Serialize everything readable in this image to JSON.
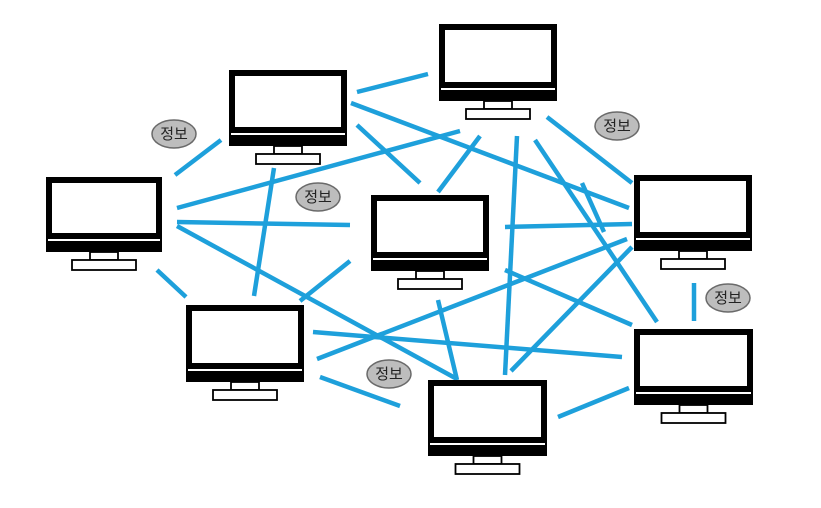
{
  "colors": {
    "link": "#1ea0db",
    "monitor_frame": "#000000",
    "monitor_screen": "#ffffff",
    "bubble_fill": "#bdbdbd",
    "bubble_stroke": "#6a6a6a"
  },
  "labels": {
    "info_1": "정보",
    "info_2": "정보",
    "info_3": "정보",
    "info_4": "정보",
    "info_5": "정보"
  }
}
